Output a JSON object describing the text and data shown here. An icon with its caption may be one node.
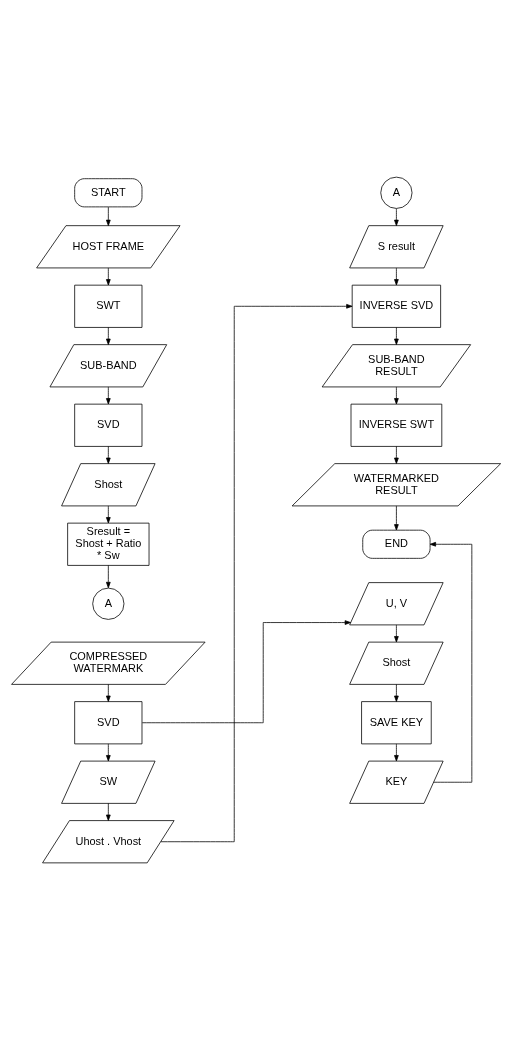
{
  "diagram": {
    "nodes": [
      {
        "text": [
          "START"
        ]
      },
      {
        "text": [
          "HOST FRAME"
        ]
      },
      {
        "text": [
          "SWT"
        ]
      },
      {
        "text": [
          "SUB-BAND"
        ]
      },
      {
        "text": [
          "SVD"
        ]
      },
      {
        "text": [
          "Shost"
        ]
      },
      {
        "text": [
          "Sresult = Shost + Ratio * Sw"
        ]
      },
      {
        "text": [
          "A"
        ]
      },
      {
        "text": [
          "COMPRESSED WATERMARK"
        ]
      },
      {
        "text": [
          "SVD"
        ]
      },
      {
        "text": [
          "SW"
        ]
      },
      {
        "text": [
          "Uhost . Vhost"
        ]
      },
      {
        "text": [
          "A"
        ]
      },
      {
        "text": [
          "S result"
        ]
      },
      {
        "text": [
          "INVERSE SVD"
        ]
      },
      {
        "text": [
          "SUB-BAND RESULT"
        ]
      },
      {
        "text": [
          "INVERSE SWT"
        ]
      },
      {
        "text": [
          "WATERMARKED RESULT"
        ]
      },
      {
        "text": [
          "END"
        ]
      },
      {
        "text": [
          "U, V"
        ]
      },
      {
        "text": [
          "Shost"
        ]
      },
      {
        "text": [
          "SAVE KEY"
        ]
      },
      {
        "text": [
          "KEY"
        ]
      }
    ],
    "edges": [
      {
        "from": 0,
        "to": 1,
        "arrow": "to"
      },
      {
        "from": 1,
        "to": 2,
        "arrow": "to"
      },
      {
        "from": 2,
        "to": 3,
        "arrow": "to"
      },
      {
        "from": 3,
        "to": 4,
        "arrow": "to"
      },
      {
        "from": 4,
        "to": 5,
        "arrow": "to"
      },
      {
        "from": 5,
        "to": 6,
        "arrow": "to"
      },
      {
        "from": 6,
        "to": 7,
        "arrow": "to"
      },
      {
        "from": 8,
        "to": 9,
        "arrow": "to"
      },
      {
        "from": 9,
        "to": 10,
        "arrow": "to"
      },
      {
        "from": 10,
        "to": 11,
        "arrow": "to"
      },
      {
        "from": 12,
        "to": 13,
        "arrow": "to"
      },
      {
        "from": 13,
        "to": 14,
        "arrow": "to"
      },
      {
        "from": 14,
        "to": 15,
        "arrow": "to"
      },
      {
        "from": 15,
        "to": 16,
        "arrow": "to"
      },
      {
        "from": 16,
        "to": 17,
        "arrow": "to"
      },
      {
        "from": 17,
        "to": 18,
        "arrow": "to"
      },
      {
        "from": 9,
        "to": 19,
        "arrow": "to"
      },
      {
        "from": 19,
        "to": 20,
        "arrow": "to"
      },
      {
        "from": 20,
        "to": 21,
        "arrow": "to"
      },
      {
        "from": 21,
        "to": 22,
        "arrow": "to"
      },
      {
        "from": 22,
        "to": 18,
        "arrow": "to"
      },
      {
        "from": 11,
        "to": 14,
        "arrow": "to"
      }
    ]
  }
}
